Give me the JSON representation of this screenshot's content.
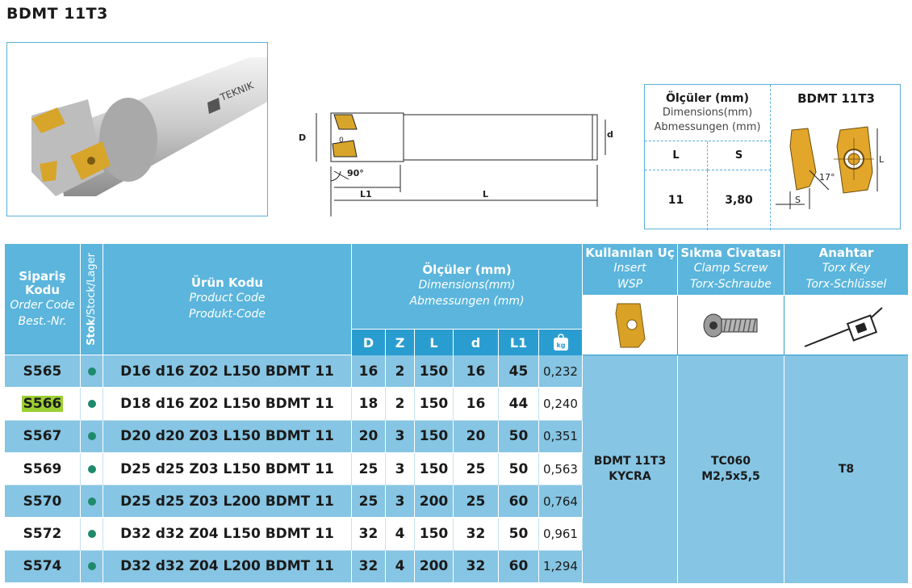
{
  "title": "BDMT 11T3",
  "photo": {
    "brand_text": "TEKNIK"
  },
  "drawing": {
    "labels": {
      "D": "D",
      "d": "d",
      "angle": "90°",
      "L1": "L1",
      "L": "L"
    }
  },
  "dimensions_box": {
    "header_tr": "Ölçüler (mm)",
    "header_en": "Dimensions(mm)",
    "header_de": "Abmessungen (mm)",
    "col_L": "L",
    "col_S": "S",
    "val_L": "11",
    "val_S": "3,80",
    "insert_title": "BDMT 11T3",
    "insert_labels": {
      "L": "L",
      "S": "S",
      "angle": "17°"
    }
  },
  "table": {
    "headers": {
      "order_tr": "Sipariş Kodu",
      "order_en": "Order Code",
      "order_de": "Best.-Nr.",
      "stock_bold": "Stok",
      "stock_rest": "/Stock/Lager",
      "product_tr": "Ürün Kodu",
      "product_en": "Product Code",
      "product_de": "Produkt-Code",
      "dims_tr": "Ölçüler (mm)",
      "dims_en": "Dimensions(mm)",
      "dims_de": "Abmessungen (mm)",
      "insert_tr": "Kullanılan Uç",
      "insert_en": "Insert",
      "insert_de": "WSP",
      "screw_tr": "Sıkma Civatası",
      "screw_en": "Clamp Screw",
      "screw_de": "Torx-Schraube",
      "key_tr": "Anahtar",
      "key_en": "Torx Key",
      "key_de": "Torx-Schlüssel",
      "sub": [
        "D",
        "Z",
        "L",
        "d",
        "L1"
      ],
      "weight_icon": "kg"
    },
    "rows": [
      {
        "code": "S565",
        "product": "D16 d16 Z02 L150 BDMT 11",
        "D": "16",
        "Z": "2",
        "L": "150",
        "d": "16",
        "L1": "45",
        "w": "0,232"
      },
      {
        "code": "S566",
        "product": "D18 d16 Z02 L150 BDMT 11",
        "D": "18",
        "Z": "2",
        "L": "150",
        "d": "16",
        "L1": "44",
        "w": "0,240"
      },
      {
        "code": "S567",
        "product": "D20 d20 Z03 L150 BDMT 11",
        "D": "20",
        "Z": "3",
        "L": "150",
        "d": "20",
        "L1": "50",
        "w": "0,351"
      },
      {
        "code": "S569",
        "product": "D25 d25 Z03 L150 BDMT 11",
        "D": "25",
        "Z": "3",
        "L": "150",
        "d": "25",
        "L1": "50",
        "w": "0,563"
      },
      {
        "code": "S570",
        "product": "D25 d25 Z03 L200 BDMT 11",
        "D": "25",
        "Z": "3",
        "L": "200",
        "d": "25",
        "L1": "60",
        "w": "0,764"
      },
      {
        "code": "S572",
        "product": "D32 d32 Z04 L150 BDMT 11",
        "D": "32",
        "Z": "4",
        "L": "150",
        "d": "32",
        "L1": "50",
        "w": "0,961"
      },
      {
        "code": "S574",
        "product": "D32 d32 Z04 L200 BDMT 11",
        "D": "32",
        "Z": "4",
        "L": "200",
        "d": "32",
        "L1": "60",
        "w": "1,294"
      }
    ],
    "insert_value_1": "BDMT 11T3",
    "insert_value_2": "KYCRA",
    "screw_value_1": "TC060",
    "screw_value_2": "M2,5x5,5",
    "key_value": "T8",
    "colors": {
      "light": "#86c5e3",
      "header": "#5bb5dc",
      "dark": "#2a9dd0",
      "stock_dot": "#1e8a6b",
      "highlight": "#9ccf33"
    }
  }
}
